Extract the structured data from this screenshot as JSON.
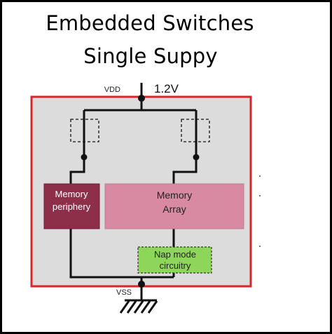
{
  "title_line1": "Embedded Switches",
  "title_line2": "Single Suppy",
  "labels": {
    "vdd": "VDD",
    "voltage": "1.2V",
    "vss": "VSS",
    "memory_periphery_line1": "Memory",
    "memory_periphery_line2": "periphery",
    "memory_array_line1": "Memory",
    "memory_array_line2": "Array",
    "nap_mode_line1": "Nap mode",
    "nap_mode_line2": "circuitry"
  },
  "colors": {
    "chip_border": "#d9262c",
    "chip_fill": "#dcdcdc",
    "memory_periphery": "#8e2f4a",
    "memory_array": "#d98aa3",
    "nap_mode": "#8ed65a",
    "wire": "#111111"
  },
  "icons": [
    "switch-box-icon",
    "ground-icon"
  ]
}
